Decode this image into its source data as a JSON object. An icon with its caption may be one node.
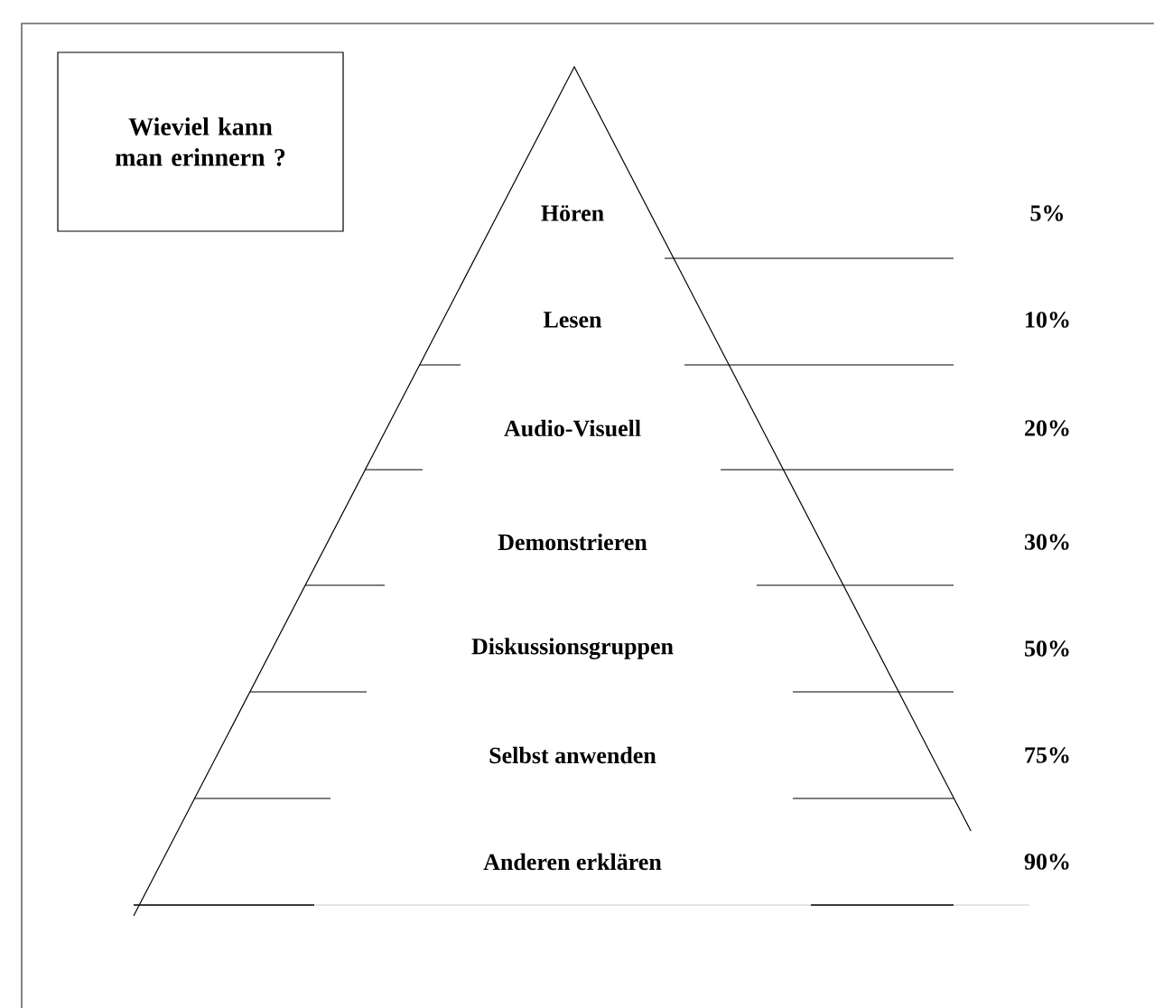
{
  "diagram": {
    "nodes": [
      {
        "text": [
          "Wieviel kann man erinnern ?"
        ]
      }
    ],
    "labels": [
      "Hören",
      "5%",
      "Lesen",
      "10%",
      "Audio-Visuell",
      "20%",
      "Demonstrieren",
      "30%",
      "Diskussionsgruppen",
      "50%",
      "Selbst anwenden",
      "75%",
      "Anderen erklären",
      "90%"
    ]
  }
}
